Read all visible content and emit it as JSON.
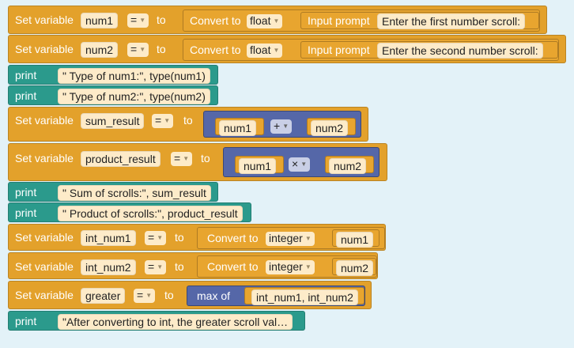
{
  "keywords": {
    "set_variable": "Set variable",
    "to": "to",
    "convert_to": "Convert to",
    "input_prompt": "Input prompt",
    "print": "print",
    "max_of": "max of",
    "assign_op": "="
  },
  "blocks": [
    {
      "var": "num1",
      "type": "float",
      "prompt": "Enter the first number scroll:"
    },
    {
      "var": "num2",
      "type": "float",
      "prompt": "Enter the second number scroll:"
    },
    {
      "text": "\" Type of num1:\", type(num1)"
    },
    {
      "text": "\" Type of num2:\", type(num2)"
    },
    {
      "var": "sum_result",
      "left": "num1",
      "op": "+",
      "right": "num2"
    },
    {
      "var": "product_result",
      "left": "num1",
      "op": "×",
      "right": "num2"
    },
    {
      "text": "\" Sum of scrolls:\", sum_result"
    },
    {
      "text": "\" Product of scrolls:\", product_result"
    },
    {
      "var": "int_num1",
      "type": "integer",
      "value": "num1"
    },
    {
      "var": "int_num2",
      "type": "integer",
      "value": "num2"
    },
    {
      "var": "greater",
      "args": "int_num1, int_num2"
    },
    {
      "text": "\"After converting to int, the greater scroll val…"
    }
  ],
  "colors": {
    "setvar": "#e3a12b",
    "print": "#2b9a8c",
    "math": "#5567a8",
    "background": "#e3f2f8"
  }
}
